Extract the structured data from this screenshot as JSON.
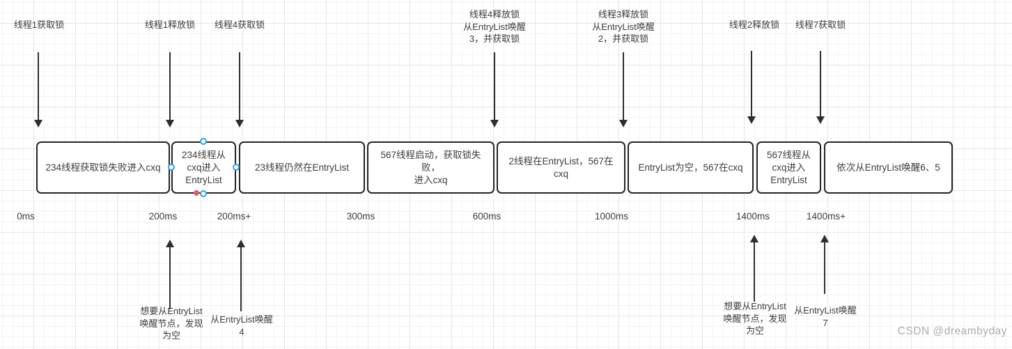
{
  "colors": {
    "shape_border": "#242424",
    "arrow": "#2e2e2e",
    "text": "#3d3d3d",
    "connection_handle_blue": "#2f9ff2",
    "connection_dot_red": "#e35d5d",
    "watermark_gray": "#acacac"
  },
  "top_annotations": [
    {
      "label": "线程1获取锁"
    },
    {
      "label": "线程1释放锁"
    },
    {
      "label": "线程4获取锁"
    },
    {
      "label": "线程4释放锁\n从EntryList唤醒\n3，并获取锁"
    },
    {
      "label": "线程3释放锁\n从EntryList唤醒\n2，并获取锁"
    },
    {
      "label": "线程2释放锁"
    },
    {
      "label": "线程7获取锁"
    }
  ],
  "timeline": {
    "boxes": [
      {
        "text": "234线程获取锁失败进入cxq"
      },
      {
        "text": "234线程从\ncxq进入\nEntryList"
      },
      {
        "text": "23线程仍然在EntryList"
      },
      {
        "text": "567线程启动，获取锁失败，\n进入cxq"
      },
      {
        "text": "2线程在EntryList，567在\ncxq"
      },
      {
        "text": "EntryList为空，567在cxq"
      },
      {
        "text": "567线程从\ncxq进入\nEntryList"
      },
      {
        "text": "依次从EntryList唤醒6、5"
      }
    ],
    "time_labels": [
      "0ms",
      "200ms",
      "200ms+",
      "300ms",
      "600ms",
      "1000ms",
      "1400ms",
      "1400ms+"
    ]
  },
  "bottom_annotations": [
    {
      "label": "想要从EntryList\n唤醒节点，发现\n为空"
    },
    {
      "label": "从EntryList唤醒\n4"
    },
    {
      "label": "想要从EntryList\n唤醒节点，发现\n为空"
    },
    {
      "label": "从EntryList唤醒\n7"
    }
  ],
  "watermark": "CSDN @dreambyday"
}
